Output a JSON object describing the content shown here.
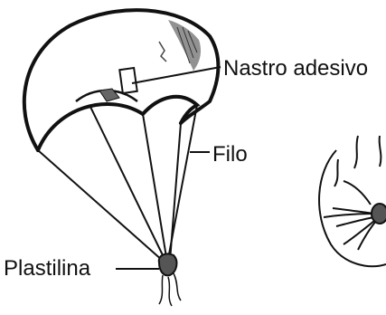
{
  "labels": {
    "tape": "Nastro adesivo",
    "thread": "Filo",
    "clay": "Plastilina"
  },
  "colors": {
    "ink": "#111111",
    "shading": "#555555"
  }
}
